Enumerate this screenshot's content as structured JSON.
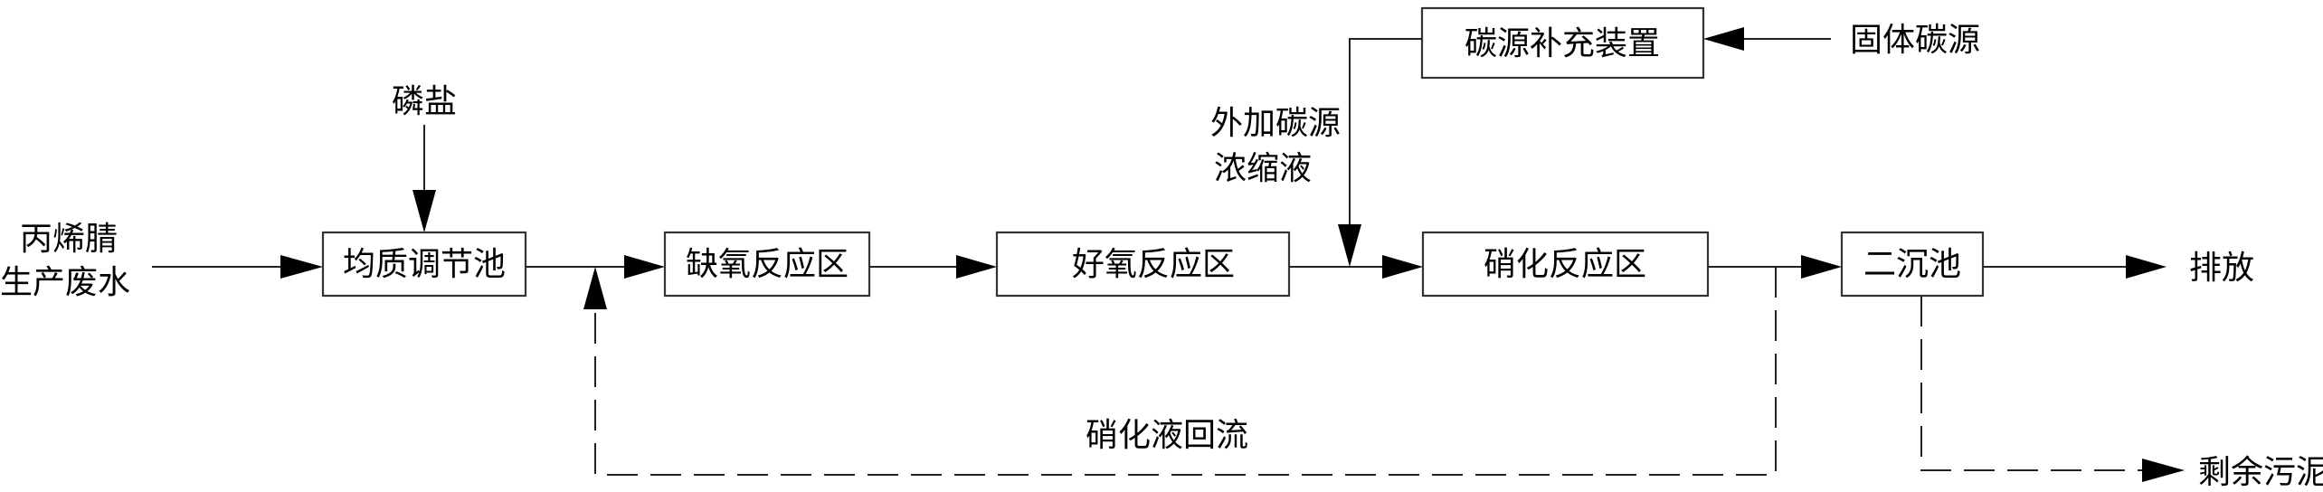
{
  "boxes": {
    "equalization_tank": "均质调节池",
    "anoxic_zone": "缺氧反应区",
    "aerobic_zone": "好氧反应区",
    "nitrification_zone": "硝化反应区",
    "secondary_clarifier": "二沉池",
    "carbon_supplement_device": "碳源补充装置"
  },
  "labels": {
    "influent_line1": "丙烯腈",
    "influent_line2": "生产废水",
    "phosphate": "磷盐",
    "solid_carbon": "固体碳源",
    "external_carbon_line1": "外加碳源",
    "external_carbon_line2": "浓缩液",
    "discharge": "排放",
    "nitrified_reflux": "硝化液回流",
    "excess_sludge": "剩余污泥"
  }
}
